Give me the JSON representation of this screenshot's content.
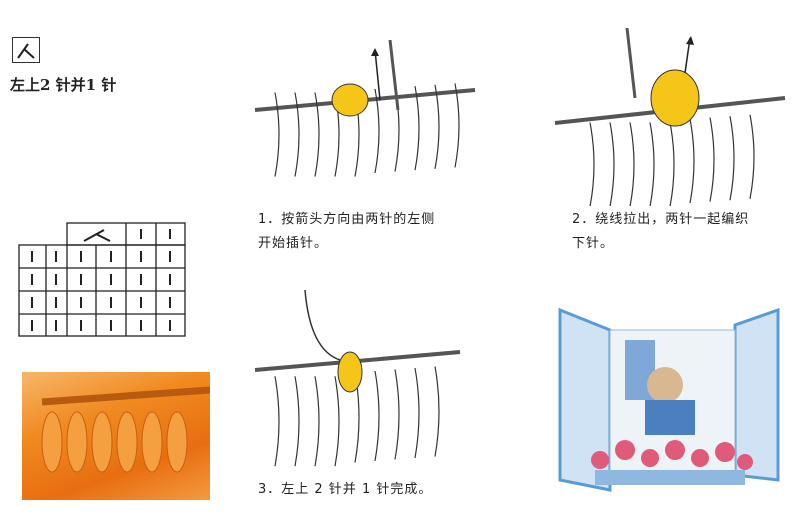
{
  "symbol": {
    "glyph": "人",
    "name": "left-2-together-symbol"
  },
  "title": "左上2 针并1 针",
  "chart": {
    "top_row": [
      "人",
      "|",
      "|"
    ],
    "rows": [
      [
        "|",
        "|",
        "|",
        "|",
        "|",
        "|"
      ],
      [
        "|",
        "|",
        "|",
        "|",
        "|",
        "|"
      ],
      [
        "|",
        "|",
        "|",
        "|",
        "|",
        "|"
      ],
      [
        "|",
        "|",
        "|",
        "|",
        "|",
        "|"
      ]
    ]
  },
  "steps": [
    {
      "line1": "1．按箭头方向由两针的左侧",
      "line2": "开始插针。"
    },
    {
      "line1": "2．绕线拉出，两针一起编织",
      "line2": "下针。"
    },
    {
      "line1": "3．左上 2 针并 1 针完成。"
    }
  ],
  "colors": {
    "yarn": "#f5c518",
    "photo": "#f08a20",
    "window": "#5b9bd5"
  }
}
